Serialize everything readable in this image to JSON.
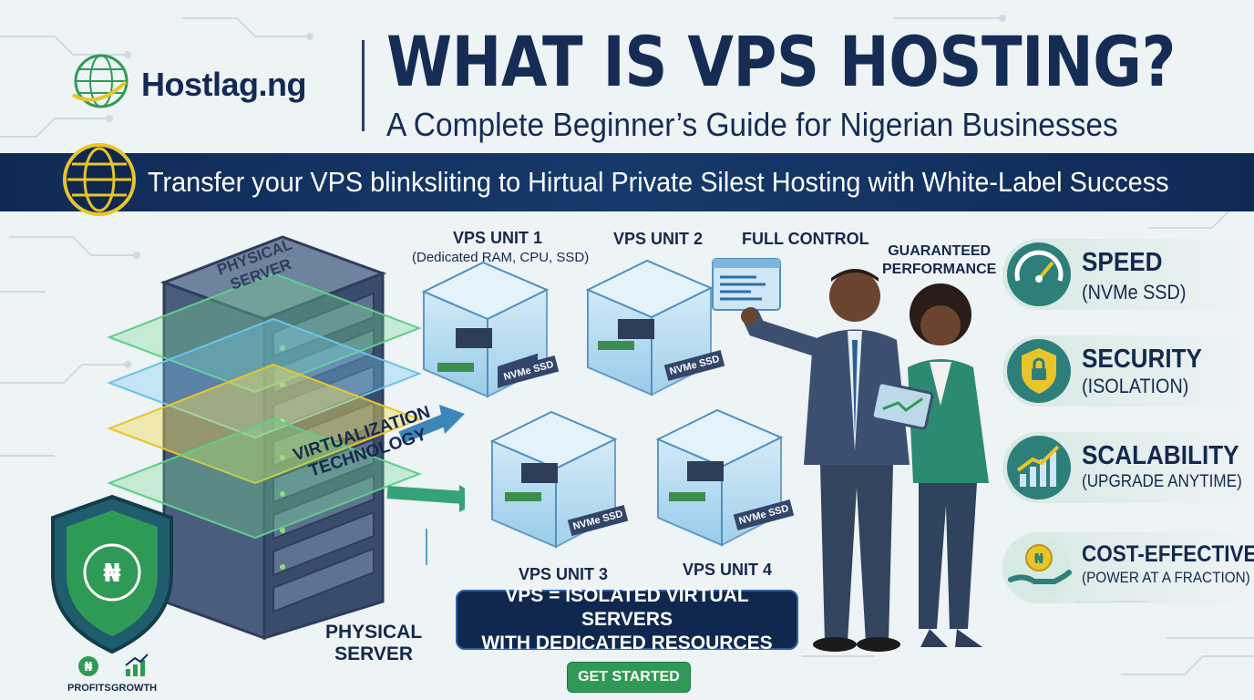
{
  "brand": {
    "name": "Hostlag.ng"
  },
  "header": {
    "title": "WHAT IS VPS HOSTING?",
    "subtitle": "A Complete Beginner’s Guide for Nigerian Businesses"
  },
  "banner": {
    "text": "Transfer your VPS blinksliting to Hirtual Private Silest Hosting with White-Label Success"
  },
  "diagram": {
    "server_top_label_line1": "PHYSICAL",
    "server_top_label_line2": "SERVER",
    "virtualization_line1": "VIRTUALIZATION",
    "virtualization_line2": "TECHNOLOGY",
    "physical_label_line1": "PHYSICAL",
    "physical_label_line2": "SERVER",
    "unit1": "VPS UNIT 1",
    "unit1_sub": "(Dedicated RAM, CPU, SSD)",
    "unit2": "VPS UNIT 2",
    "unit3": "VPS UNIT 3",
    "unit4": "VPS UNIT 4",
    "ssd_label": "NVMe SSD",
    "full_control": "FULL CONTROL",
    "guaranteed_line1": "GUARANTEED",
    "guaranteed_line2": "PERFORMANCE"
  },
  "summary": {
    "line1": "VPS = ISOLATED VIRTUAL SERVERS",
    "line2": "WITH DEDICATED RESOURCES"
  },
  "cta": {
    "label": "GET STARTED"
  },
  "badges": {
    "profits": "PROFITS",
    "growth": "GROWTH",
    "naira": "₦"
  },
  "features": [
    {
      "title": "SPEED",
      "sub": "(NVMe SSD)",
      "icon": "speedometer-icon"
    },
    {
      "title": "SECURITY",
      "sub": "(ISOLATION)",
      "icon": "shield-lock-icon"
    },
    {
      "title": "SCALABILITY",
      "sub": "(UPGRADE ANYTIME)",
      "icon": "growth-chart-icon"
    },
    {
      "title": "COST-EFFECTIVE",
      "sub": "(POWER AT A FRACTION)",
      "icon": "naira-coin-hand-icon"
    }
  ],
  "colors": {
    "navy": "#142a52",
    "banner": "#10284f",
    "green": "#2f9a55",
    "teal": "#2d7f7a",
    "gold": "#e8c52a"
  }
}
